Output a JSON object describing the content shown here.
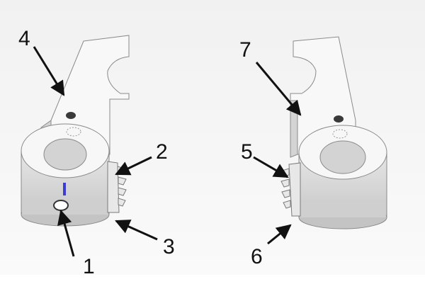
{
  "colors": {
    "background": "#f3f3f3",
    "part_face": "#f7f7f7",
    "part_side": "#d9d9d9",
    "part_shadow": "#b9b9b9",
    "outline": "#6e6e6e",
    "arrow": "#111111",
    "marker_accent": "#3b3bd6"
  },
  "parts": [
    {
      "name": "left-gear-arm",
      "view": "front"
    },
    {
      "name": "right-gear-arm",
      "view": "mirrored"
    }
  ],
  "callouts": [
    {
      "id": "1",
      "label": "1"
    },
    {
      "id": "2",
      "label": "2"
    },
    {
      "id": "3",
      "label": "3"
    },
    {
      "id": "4",
      "label": "4"
    },
    {
      "id": "5",
      "label": "5"
    },
    {
      "id": "6",
      "label": "6"
    },
    {
      "id": "7",
      "label": "7"
    }
  ]
}
